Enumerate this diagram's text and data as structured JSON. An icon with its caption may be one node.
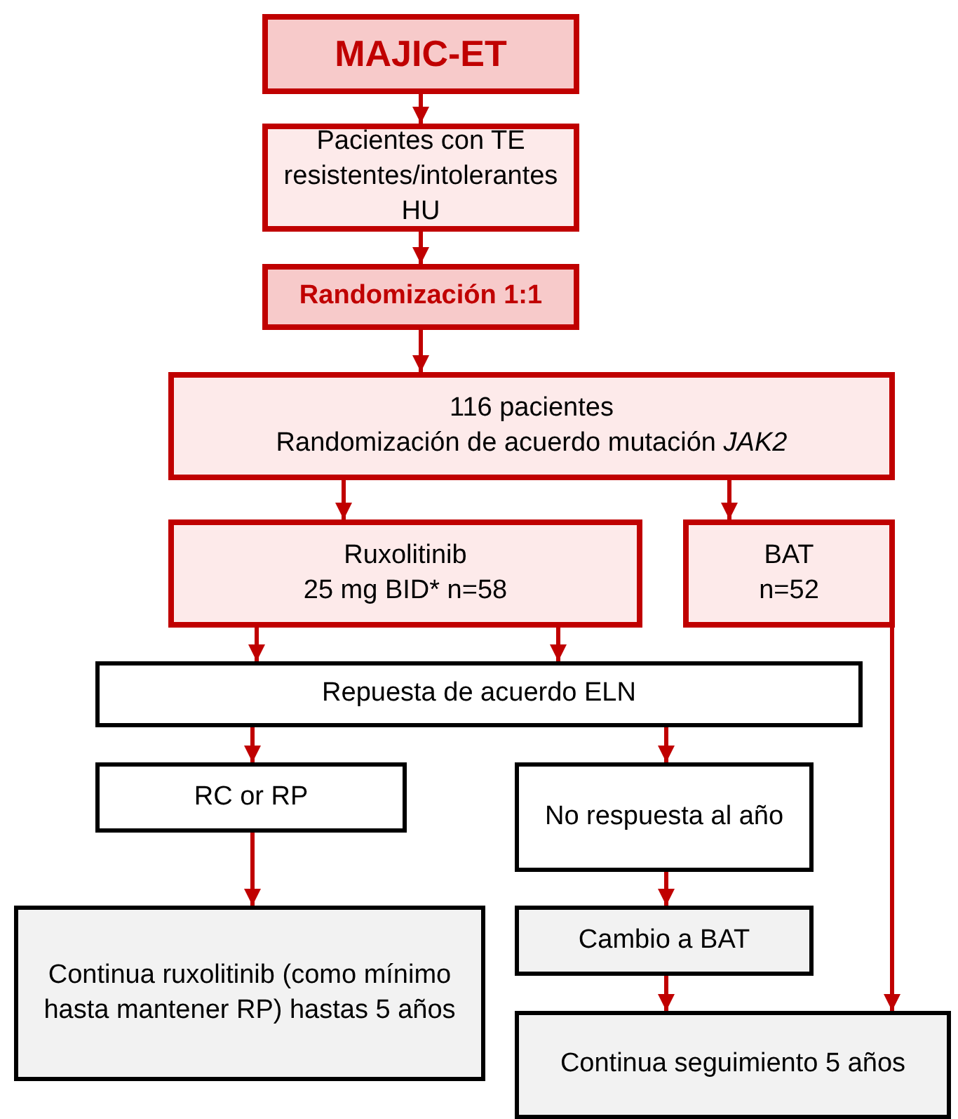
{
  "diagram": {
    "nodes": [
      {
        "text": [
          "MAJIC-ET"
        ]
      },
      {
        "text": [
          "Pacientes con TE resistentes/intolerantes HU"
        ]
      },
      {
        "text": [
          "Randomización 1:1"
        ]
      },
      {
        "text": [
          "116 pacientes",
          "Randomización de acuerdo mutación *JAK2*"
        ]
      },
      {
        "text": [
          "Ruxolitinib",
          "25 mg BID* n=58"
        ]
      },
      {
        "text": [
          "BAT",
          "n=52"
        ]
      },
      {
        "text": [
          "Repuesta de acuerdo ELN"
        ]
      },
      {
        "text": [
          "RC or RP"
        ]
      },
      {
        "text": [
          "No respuesta al año"
        ]
      },
      {
        "text": [
          "Continua ruxolitinib (como mínimo hasta mantener RP) hastas 5 años"
        ]
      },
      {
        "text": [
          "Cambio a BAT"
        ]
      },
      {
        "text": [
          "Continua seguimiento 5 años"
        ]
      }
    ],
    "edges": [
      {
        "from": 0,
        "to": 1,
        "arrow": "to"
      },
      {
        "from": 1,
        "to": 2,
        "arrow": "to"
      },
      {
        "from": 2,
        "to": 3,
        "arrow": "to"
      },
      {
        "from": 3,
        "to": 4,
        "arrow": "to"
      },
      {
        "from": 3,
        "to": 5,
        "arrow": "to"
      },
      {
        "from": 4,
        "to": 6,
        "arrow": "to"
      },
      {
        "from": 4,
        "to": 6,
        "arrow": "to"
      },
      {
        "from": 5,
        "to": 11,
        "arrow": "to"
      },
      {
        "from": 6,
        "to": 7,
        "arrow": "to"
      },
      {
        "from": 6,
        "to": 8,
        "arrow": "to"
      },
      {
        "from": 7,
        "to": 9,
        "arrow": "to"
      },
      {
        "from": 8,
        "to": 10,
        "arrow": "to"
      },
      {
        "from": 10,
        "to": 11,
        "arrow": "to"
      }
    ]
  }
}
